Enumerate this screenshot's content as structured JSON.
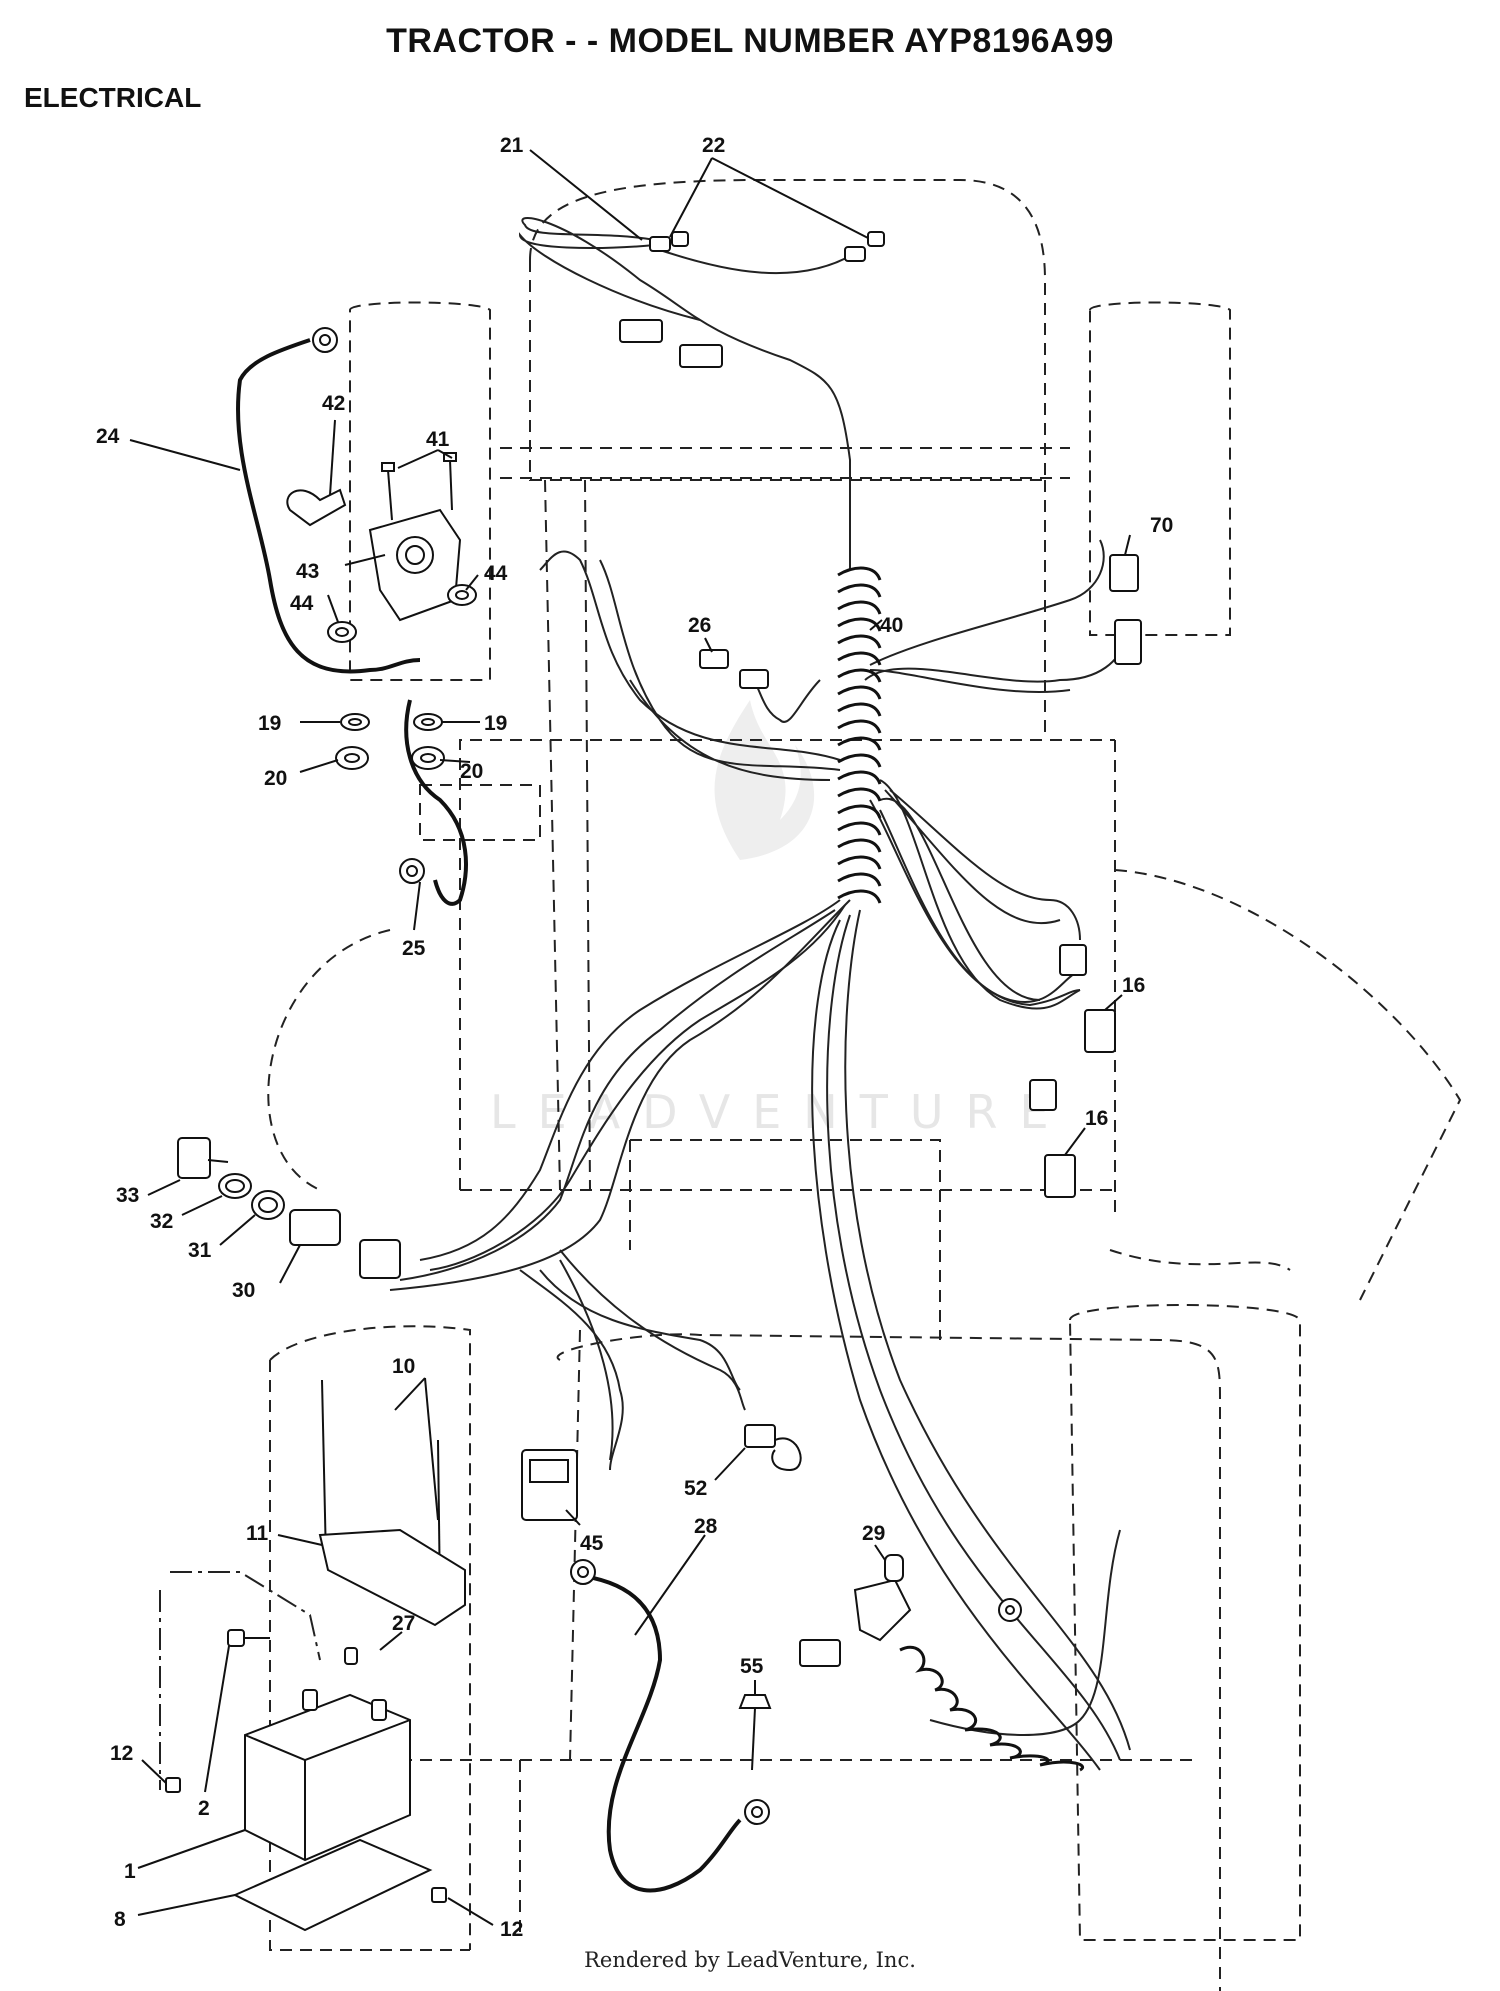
{
  "header": {
    "title": "TRACTOR - - MODEL NUMBER AYP8196A99",
    "section": "ELECTRICAL"
  },
  "watermark": "LEADVENTURE",
  "footer": "Rendered by LeadVenture, Inc.",
  "callouts": {
    "c1": "1",
    "c2": "2",
    "c8": "8",
    "c10": "10",
    "c11": "11",
    "c12a": "12",
    "c12b": "12",
    "c16a": "16",
    "c16b": "16",
    "c19a": "19",
    "c19b": "19",
    "c20a": "20",
    "c20b": "20",
    "c21": "21",
    "c22": "22",
    "c24": "24",
    "c25": "25",
    "c26": "26",
    "c27": "27",
    "c28": "28",
    "c29": "29",
    "c30": "30",
    "c31": "31",
    "c32": "32",
    "c33": "33",
    "c40": "40",
    "c41": "41",
    "c42": "42",
    "c43": "43",
    "c44a": "44",
    "c44b": "44",
    "c45": "45",
    "c52": "52",
    "c55": "55",
    "c70": "70"
  }
}
